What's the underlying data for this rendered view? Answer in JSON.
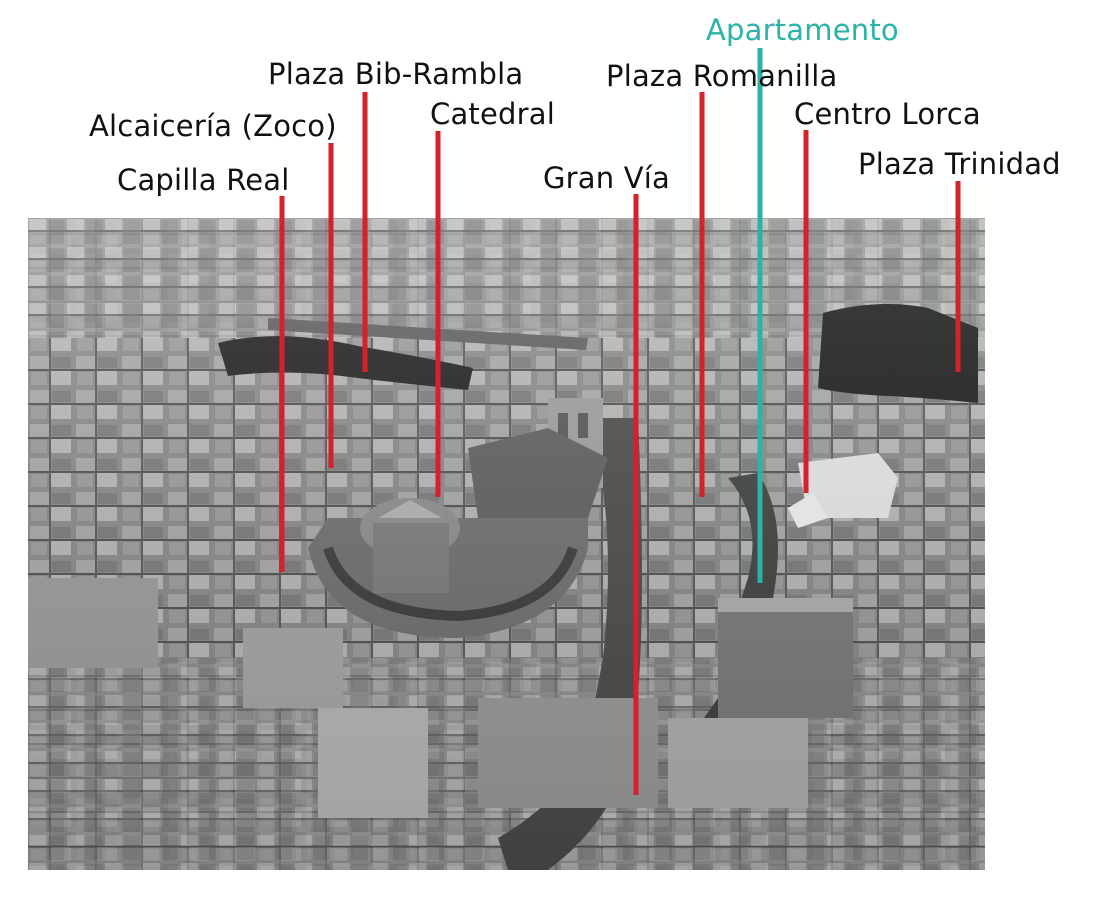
{
  "image": {
    "description_icon": "aerial-city-photo-icon",
    "tone": "grayscale"
  },
  "colors": {
    "marker_red": "#d4222a",
    "marker_teal": "#2ab3a6",
    "label_dark": "#111111"
  },
  "labels": {
    "apartamento": "Apartamento",
    "plaza_bib_rambla": "Plaza Bib-Rambla",
    "plaza_romanilla": "Plaza Romanilla",
    "alcaiceria": "Alcaicería (Zoco)",
    "catedral": "Catedral",
    "centro_lorca": "Centro Lorca",
    "capilla_real": "Capilla Real",
    "gran_via": "Gran Vía",
    "plaza_trinidad": "Plaza Trinidad"
  }
}
